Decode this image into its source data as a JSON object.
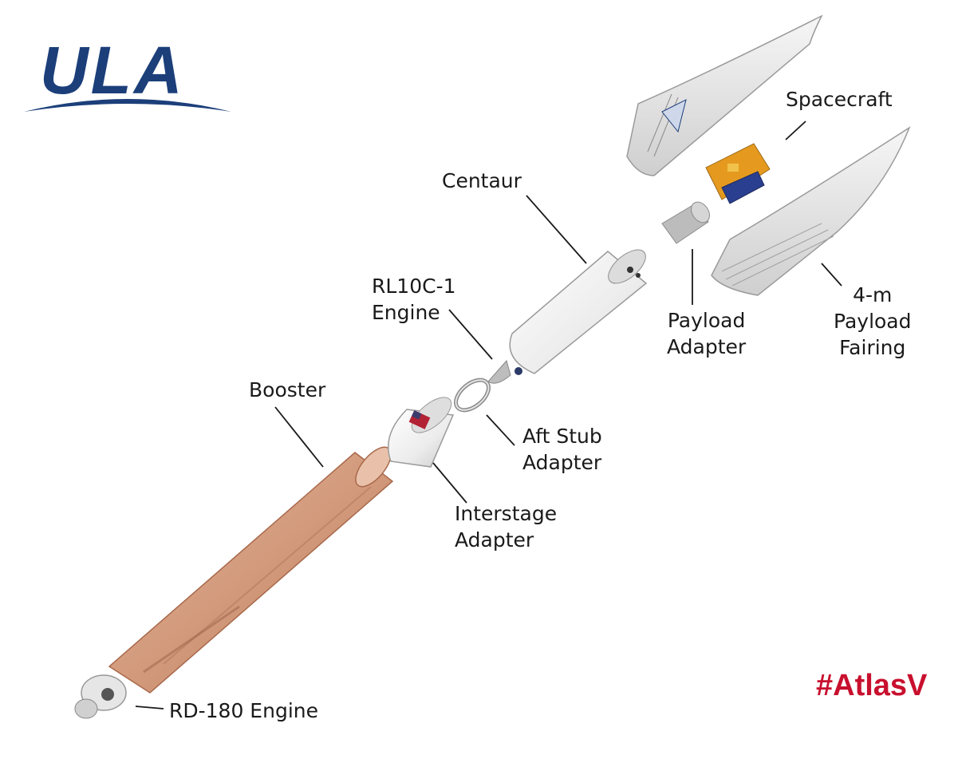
{
  "logo": {
    "text": "ULA",
    "color": "#1c3f7a"
  },
  "hashtag": {
    "text": "#AtlasV",
    "color": "#c8102e"
  },
  "labels": {
    "spacecraft": [
      "Spacecraft"
    ],
    "centaur": [
      "Centaur"
    ],
    "rl10": [
      "RL10C-1",
      "Engine"
    ],
    "payload_adapter": [
      "Payload",
      "Adapter"
    ],
    "fairing": [
      "4-m",
      "Payload",
      "Fairing"
    ],
    "booster": [
      "Booster"
    ],
    "aft_stub": [
      "Aft Stub",
      "Adapter"
    ],
    "interstage": [
      "Interstage",
      "Adapter"
    ],
    "rd180": [
      "RD-180 Engine"
    ]
  },
  "colors": {
    "booster": "#d9a184",
    "white_parts": "#f2f2f2",
    "spacecraft_body": "#e59a1f",
    "solar_panel": "#2a3f8f",
    "leader_line": "#1a1a1a"
  }
}
